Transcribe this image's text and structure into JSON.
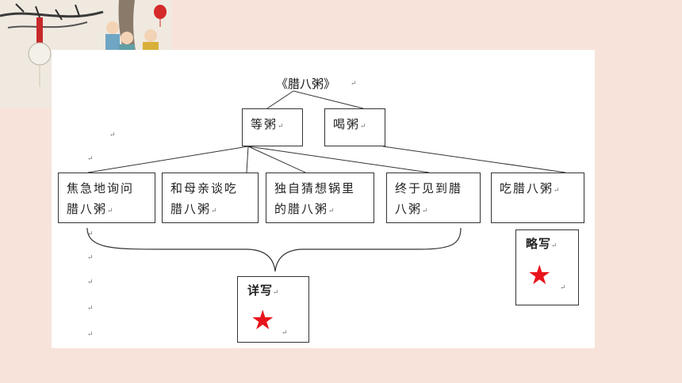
{
  "diagram": {
    "title": "《腊八粥》",
    "level1": [
      {
        "label": "等粥"
      },
      {
        "label": "喝粥"
      }
    ],
    "level2": [
      {
        "label": "焦急地询问腊八粥"
      },
      {
        "label": "和母亲谈吃腊八粥"
      },
      {
        "label": "独自猜想锅里的腊八粥"
      },
      {
        "label": "终于见到腊八粥"
      },
      {
        "label": "吃腊八粥"
      }
    ],
    "detail_box": {
      "label": "详写",
      "icon": "star-icon"
    },
    "brief_box": {
      "label": "略写",
      "icon": "star-icon"
    },
    "paragraph_mark": "↵",
    "colors": {
      "star": "#e8141c",
      "background": "#f7e3d9"
    }
  }
}
